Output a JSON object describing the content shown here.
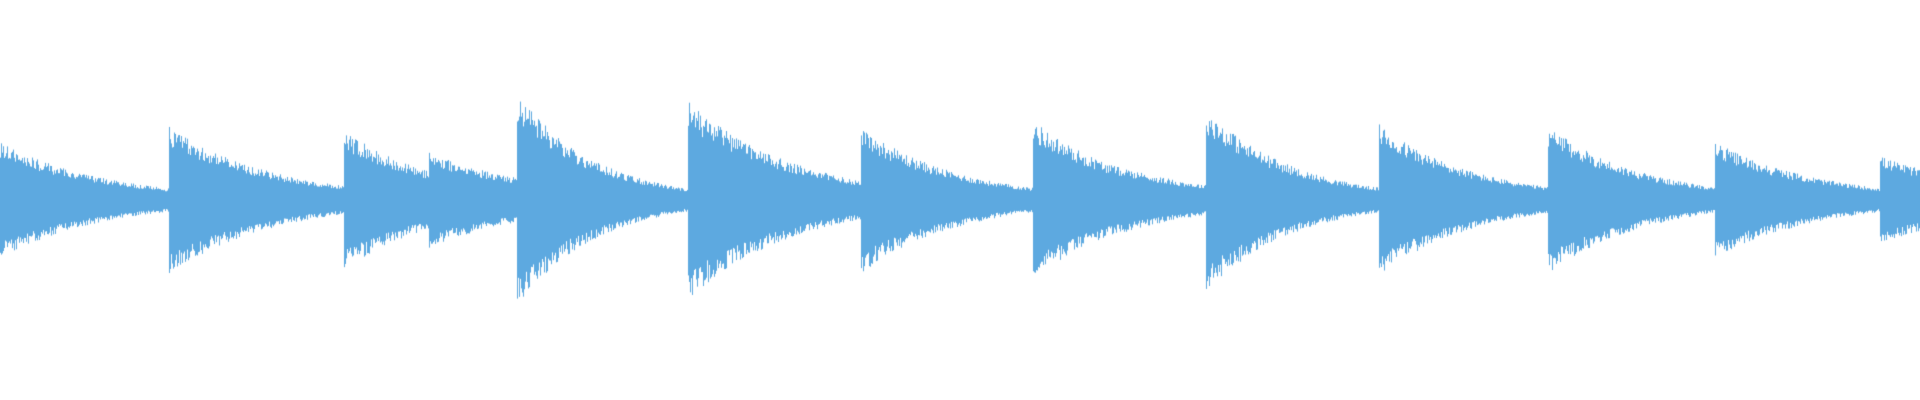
{
  "waveform": {
    "color": "#5DA9E0",
    "background": "#ffffff",
    "baseline_fraction": 0.5,
    "onsets": [
      {
        "t": 0.0,
        "amp": 0.145,
        "tail": 0.055
      },
      {
        "t": 0.043,
        "amp": 0.045,
        "tail": 0.03
      },
      {
        "t": 0.088,
        "amp": 0.185,
        "tail": 0.055
      },
      {
        "t": 0.134,
        "amp": 0.04,
        "tail": 0.03
      },
      {
        "t": 0.179,
        "amp": 0.175,
        "tail": 0.05
      },
      {
        "t": 0.223,
        "amp": 0.12,
        "tail": 0.06
      },
      {
        "t": 0.269,
        "amp": 0.27,
        "tail": 0.04
      },
      {
        "t": 0.313,
        "amp": 0.025,
        "tail": 0.02
      },
      {
        "t": 0.358,
        "amp": 0.25,
        "tail": 0.055
      },
      {
        "t": 0.403,
        "amp": 0.04,
        "tail": 0.03
      },
      {
        "t": 0.448,
        "amp": 0.185,
        "tail": 0.05
      },
      {
        "t": 0.493,
        "amp": 0.03,
        "tail": 0.025
      },
      {
        "t": 0.538,
        "amp": 0.2,
        "tail": 0.05
      },
      {
        "t": 0.583,
        "amp": 0.085,
        "tail": 0.055
      },
      {
        "t": 0.628,
        "amp": 0.23,
        "tail": 0.045
      },
      {
        "t": 0.672,
        "amp": 0.022,
        "tail": 0.02
      },
      {
        "t": 0.718,
        "amp": 0.19,
        "tail": 0.05
      },
      {
        "t": 0.762,
        "amp": 0.025,
        "tail": 0.02
      },
      {
        "t": 0.806,
        "amp": 0.185,
        "tail": 0.05
      },
      {
        "t": 0.85,
        "amp": 0.03,
        "tail": 0.02
      },
      {
        "t": 0.893,
        "amp": 0.145,
        "tail": 0.055
      },
      {
        "t": 0.936,
        "amp": 0.03,
        "tail": 0.02
      },
      {
        "t": 0.979,
        "amp": 0.11,
        "tail": 0.06
      }
    ]
  }
}
